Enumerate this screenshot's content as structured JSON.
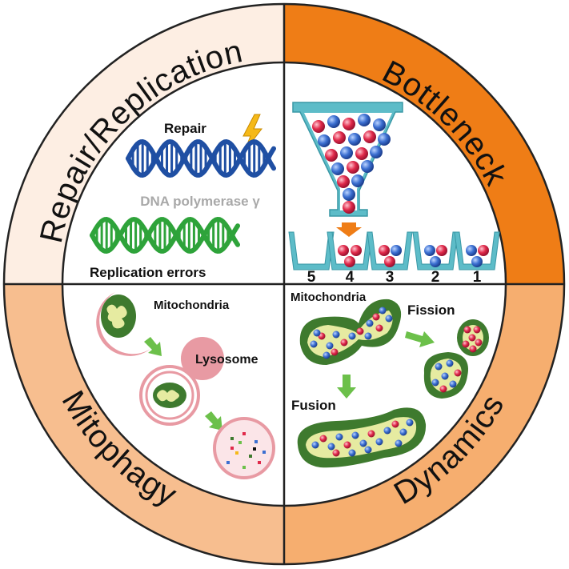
{
  "quadrants": {
    "repair": {
      "ring_label": "Repair/Replication",
      "repair_label": "Repair",
      "enzyme_label": "DNA polymerase γ",
      "errors_label": "Replication errors"
    },
    "bottleneck": {
      "ring_label": "Bottleneck",
      "cup_numbers": [
        "5",
        "4",
        "3",
        "2",
        "1"
      ]
    },
    "mitophagy": {
      "ring_label": "Mitophagy",
      "mito_label": "Mitochondria",
      "lysosome_label": "Lysosome"
    },
    "dynamics": {
      "ring_label": "Dynamics",
      "mito_label": "Mitochondria",
      "fission_label": "Fission",
      "fusion_label": "Fusion"
    }
  },
  "colors": {
    "ring_repair": "#fdeee3",
    "ring_bottleneck": "#ef7d16",
    "ring_mitophagy": "#f7be8f",
    "ring_dynamics": "#f6ae6f",
    "dna_blue": "#1f4fa3",
    "dna_green": "#2ea33a",
    "mito_dark": "#3e7a2e",
    "mito_light": "#e6eba1",
    "lysosome": "#e89aa3",
    "funnel": "#5dbcc8",
    "dot_red": "#e0294a",
    "dot_blue": "#3b6fd1",
    "arrow_green": "#6cc04a",
    "arrow_orange": "#ef7d16"
  }
}
